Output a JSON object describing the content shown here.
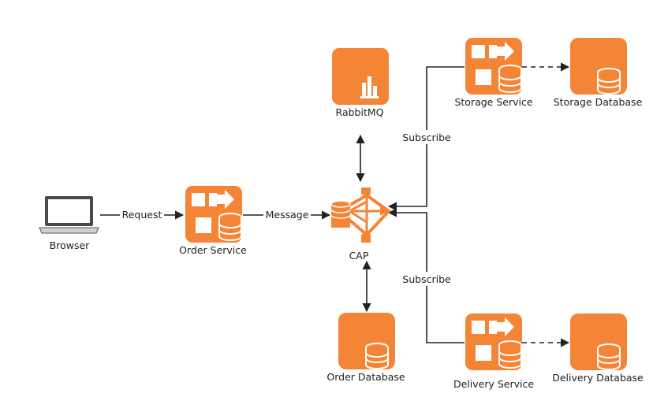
{
  "colors": {
    "accent": "#F58536",
    "line": "#222222"
  },
  "nodes": {
    "browser": {
      "label": "Browser",
      "icon": "laptop-icon"
    },
    "order_service": {
      "label": "Order Service",
      "icon": "service-icon"
    },
    "cap": {
      "label": "CAP",
      "icon": "router-icon"
    },
    "rabbitmq": {
      "label": "RabbitMQ",
      "icon": "queue-icon"
    },
    "order_database": {
      "label": "Order Database",
      "icon": "database-icon"
    },
    "storage_service": {
      "label": "Storage Service",
      "icon": "service-icon"
    },
    "storage_database": {
      "label": "Storage Database",
      "icon": "database-icon"
    },
    "delivery_service": {
      "label": "Delivery Service",
      "icon": "service-icon"
    },
    "delivery_database": {
      "label": "Delivery Database",
      "icon": "database-icon"
    }
  },
  "edges": {
    "request": "Request",
    "message": "Message",
    "subscribe_top": "Subscribe",
    "subscribe_bottom": "Subscribe"
  }
}
